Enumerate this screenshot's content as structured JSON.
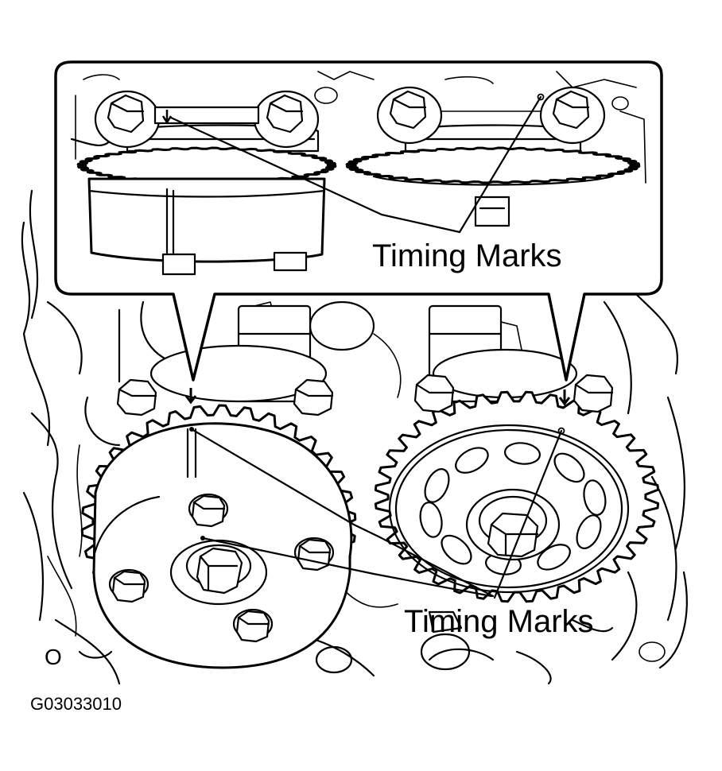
{
  "callouts": {
    "inset_label": "Timing Marks",
    "main_label": "Timing Marks"
  },
  "figure_code": "G03033010",
  "small_mark": "O"
}
